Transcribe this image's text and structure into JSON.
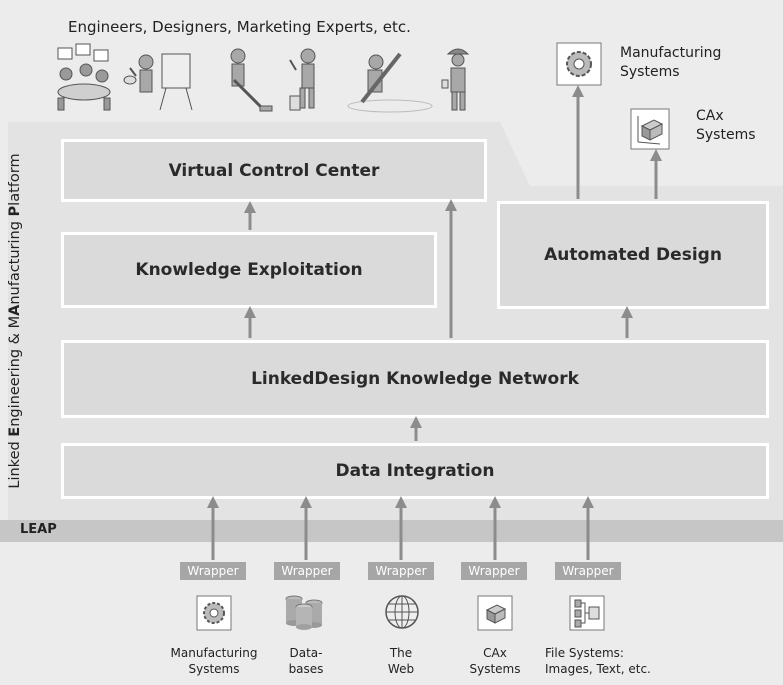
{
  "header": {
    "users_label": "Engineers, Designers, Marketing Experts, etc."
  },
  "platform": {
    "side_label_parts": [
      "Linked ",
      "E",
      "ngineering & M",
      "A",
      "nufacturing ",
      "P",
      "latform"
    ],
    "leap_label": "LEAP"
  },
  "boxes": {
    "virtual_control_center": "Virtual Control Center",
    "knowledge_exploitation": "Knowledge Exploitation",
    "automated_design": "Automated Design",
    "knowledge_network": "LinkedDesign Knowledge Network",
    "data_integration": "Data Integration"
  },
  "outputs": {
    "manufacturing": [
      "Manufacturing",
      "Systems"
    ],
    "cax": [
      "CAx",
      "Systems"
    ]
  },
  "wrapper_label": "Wrapper",
  "sources": [
    {
      "icon": "gear-icon",
      "lines": [
        "Manufacturing",
        "Systems"
      ]
    },
    {
      "icon": "database-icon",
      "lines": [
        "Data-",
        "bases"
      ]
    },
    {
      "icon": "globe-icon",
      "lines": [
        "The",
        "Web"
      ]
    },
    {
      "icon": "cax-icon",
      "lines": [
        "CAx",
        "Systems"
      ]
    },
    {
      "icon": "file-system-icon",
      "lines": [
        "File Systems:",
        "Images, Text, etc."
      ]
    }
  ],
  "colors": {
    "platform_bg": "#e5e5e5",
    "box_fill": "#dadada",
    "arrow": "#8c8c8c",
    "leap_band": "#c6c6c6",
    "wrapper": "#a6a6a6"
  }
}
